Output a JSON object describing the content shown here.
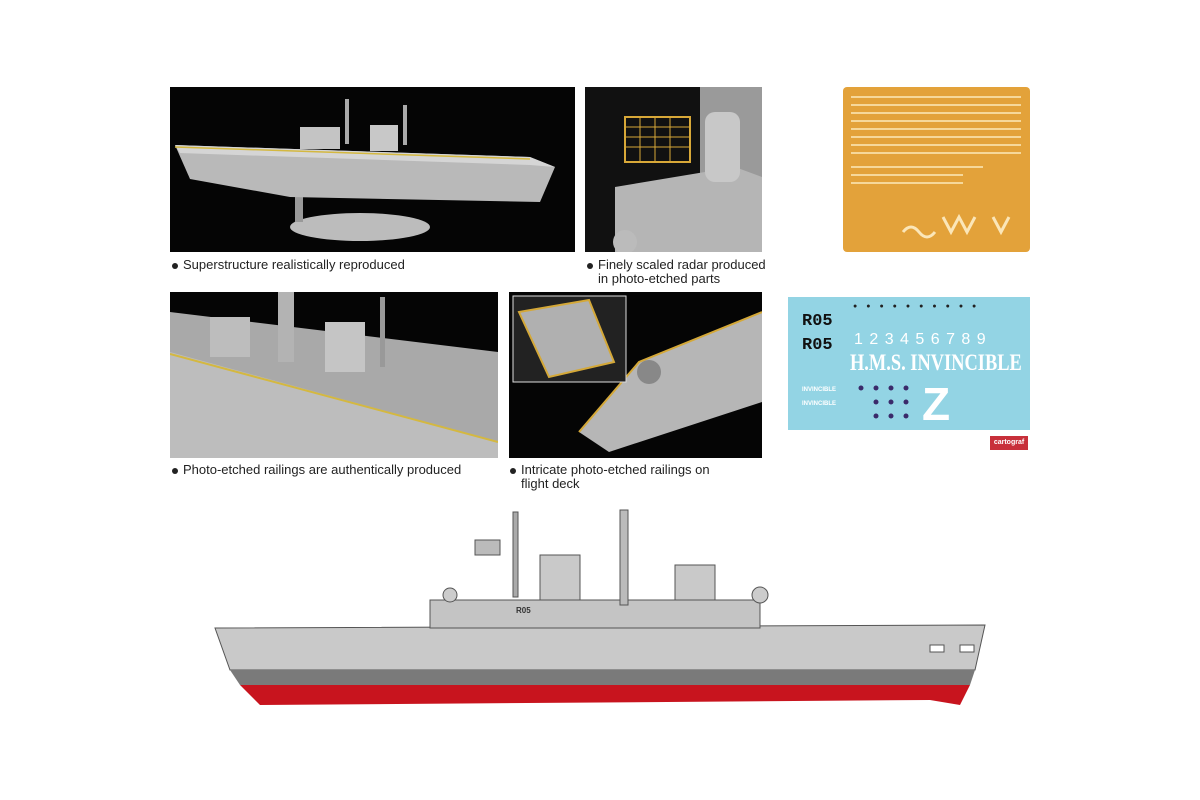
{
  "captions": {
    "superstructure": "Superstructure realistically reproduced",
    "radar_line1": "Finely scaled radar produced",
    "radar_line2": "in photo-etched parts",
    "railings": "Photo-etched railings are authentically produced",
    "deck_line1": "Intricate photo-etched railings on",
    "deck_line2": "flight deck"
  },
  "decal": {
    "pennant": "R05",
    "ship_name": "H.M.S. INVINCIBLE",
    "small_name": "INVINCIBLE",
    "deck_letter": "Z",
    "deck_numbers": "1 2 3 4 5 6 7 8 9",
    "brand": "cartograf"
  },
  "profile": {
    "hull_pennant": "R05"
  },
  "colors": {
    "fret": "#e3a23a",
    "decal": "#93d4e4",
    "hull_red": "#c8141e",
    "hull_grey": "#c9c9c9"
  }
}
